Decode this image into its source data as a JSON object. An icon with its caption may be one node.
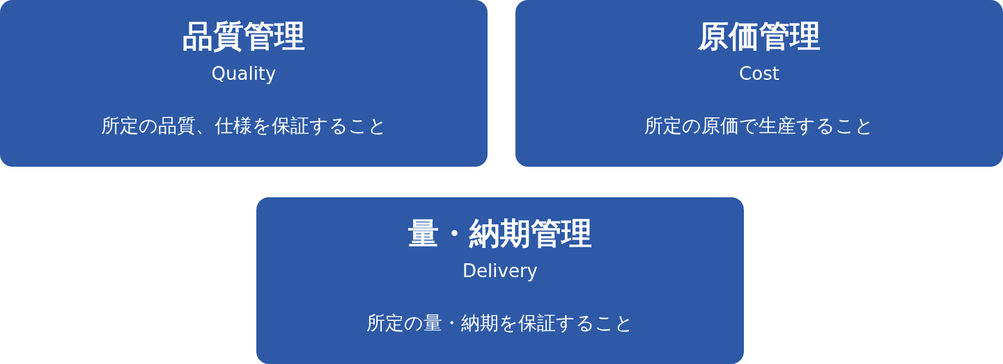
{
  "diagram": {
    "nodes": [
      {
        "text": [
          "品質管理",
          "Quality",
          "所定の品質、仕様を保証すること"
        ]
      },
      {
        "text": [
          "原価管理",
          "Cost",
          "所定の原価で生産すること"
        ]
      },
      {
        "text": [
          "量・納期管理",
          "Delivery",
          "所定の量・納期を保証すること"
        ]
      }
    ]
  }
}
